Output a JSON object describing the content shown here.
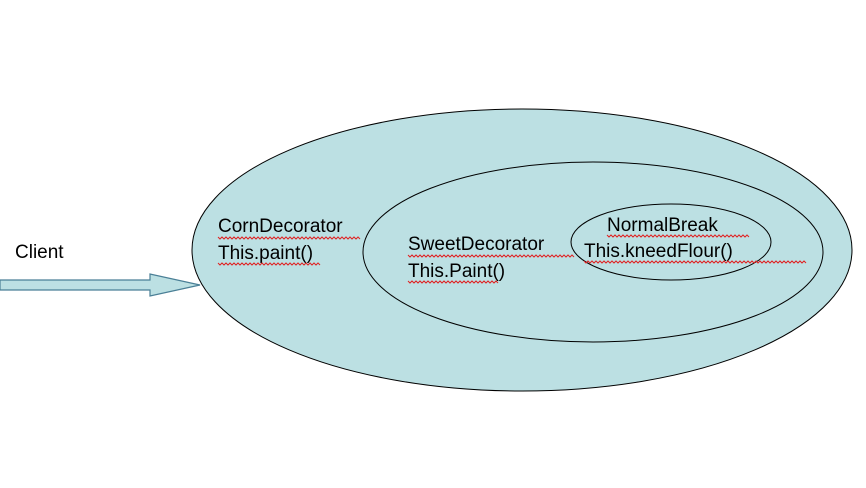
{
  "client": {
    "label": "Client"
  },
  "outer_ellipse": {
    "title": "CornDecorator",
    "method": "This.paint()"
  },
  "middle_ellipse": {
    "title": "SweetDecorator",
    "method": "This.Paint()"
  },
  "inner_ellipse": {
    "title": "NormalBreak",
    "method": "This.kneedFlour()"
  },
  "colors": {
    "ellipse_fill": "#bce0e3",
    "stroke": "#000000",
    "arrow_stroke": "#4a7f96",
    "spellcheck_underline": "#e02020"
  },
  "icons": {
    "arrow": "right-arrow-icon"
  }
}
